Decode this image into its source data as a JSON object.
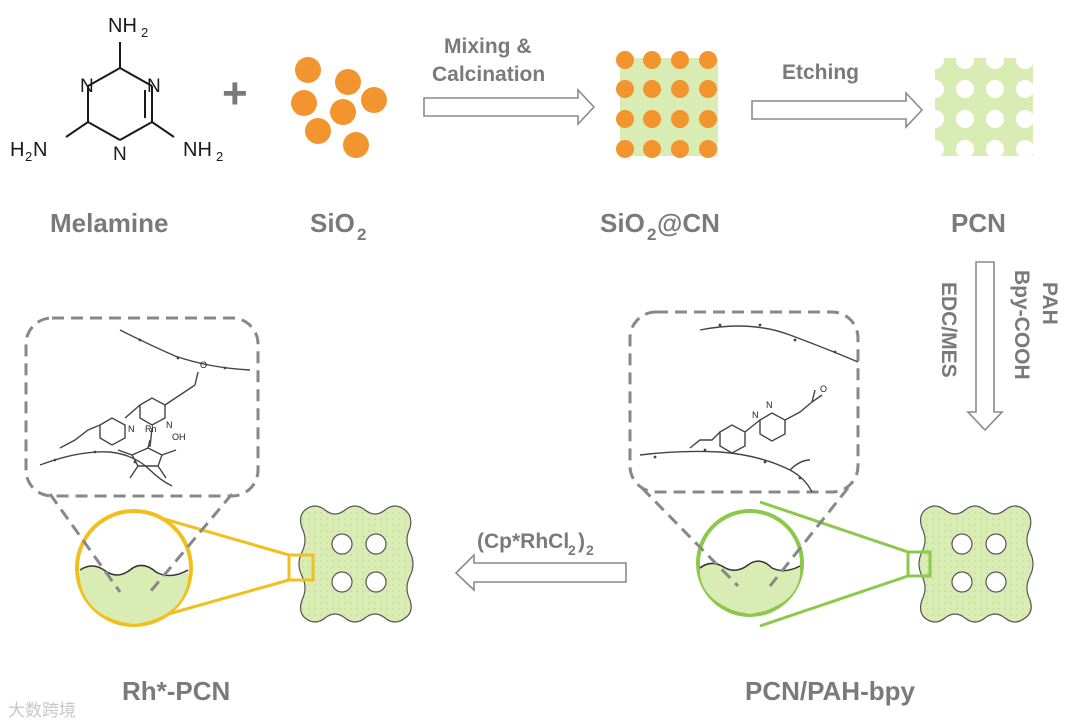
{
  "melamine": {
    "label": "Melamine",
    "atoms": {
      "nh2_top": "NH",
      "nh2_left": "H",
      "nh2_left_tail": "N",
      "nh2_right": "NH",
      "sub2": "2",
      "ring_n": "N"
    }
  },
  "plus": "+",
  "sio2": {
    "label": "SiO",
    "sub": "2"
  },
  "step1": {
    "line1": "Mixing &",
    "line2": "Calcination"
  },
  "sio2cn": {
    "label_a": "SiO",
    "sub": "2",
    "label_b": "@CN"
  },
  "step2": {
    "label": "Etching"
  },
  "pcn": {
    "label": "PCN"
  },
  "step3": {
    "line1": "PAH",
    "line2": "Bpy-COOH",
    "line3": "EDC/MES"
  },
  "pcn_pah_bpy": {
    "label": "PCN/PAH-bpy"
  },
  "step4": {
    "label_a": "(Cp*RhCl",
    "sub": "2",
    "label_b": ")",
    "sub2": "2"
  },
  "rh_pcn": {
    "label": "Rh*-PCN"
  },
  "complex_atoms": {
    "n": "N",
    "rh": "Rh",
    "oh2": "OH",
    "o": "O",
    "h": "H",
    "nh": "N"
  },
  "watermark": "大数跨境",
  "colors": {
    "orange": "#f2952f",
    "green_fill": "#d9ecb4",
    "green_ring": "#8cc84b",
    "yellow_ring": "#f2c01e",
    "grey_text": "#7a7a7a"
  }
}
